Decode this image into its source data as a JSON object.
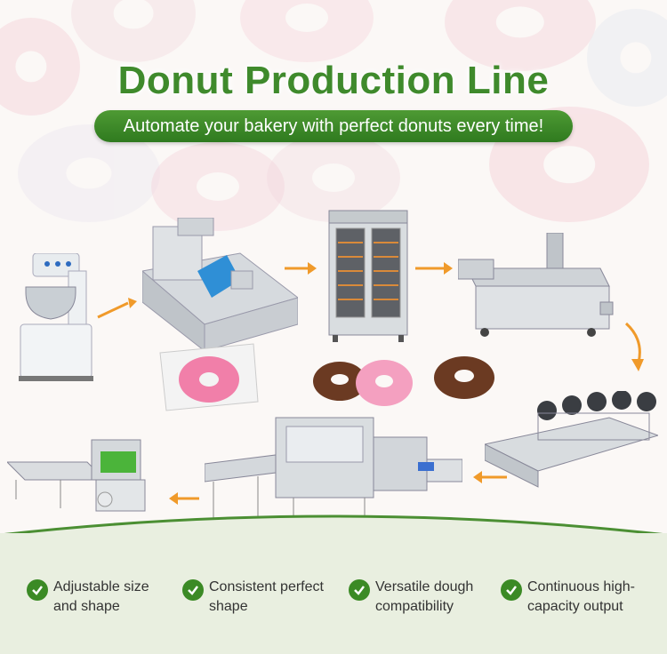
{
  "header": {
    "title": "Donut Production Line",
    "subtitle": "Automate your bakery with perfect donuts every time!"
  },
  "colors": {
    "brand_green": "#3f8a2c",
    "pill_green": "#2f7a1f",
    "arrow_orange": "#f09a2a",
    "bottom_panel": "#e9efe0"
  },
  "machines": [
    {
      "name": "dough-mixer"
    },
    {
      "name": "dough-sheeter-cutter"
    },
    {
      "name": "proofer-cabinet"
    },
    {
      "name": "donut-fryer"
    },
    {
      "name": "cooling-conveyor"
    },
    {
      "name": "glazing-decorating-line"
    },
    {
      "name": "flow-packing-machine"
    }
  ],
  "features": [
    {
      "text": "Adjustable size\nand shape",
      "icon": "check-circle-icon"
    },
    {
      "text": "Consistent perfect\nshape",
      "icon": "check-circle-icon"
    },
    {
      "text": "Versatile dough\ncompatibility",
      "icon": "check-circle-icon"
    },
    {
      "text": "Continuous high-\ncapacity output",
      "icon": "check-circle-icon"
    }
  ]
}
